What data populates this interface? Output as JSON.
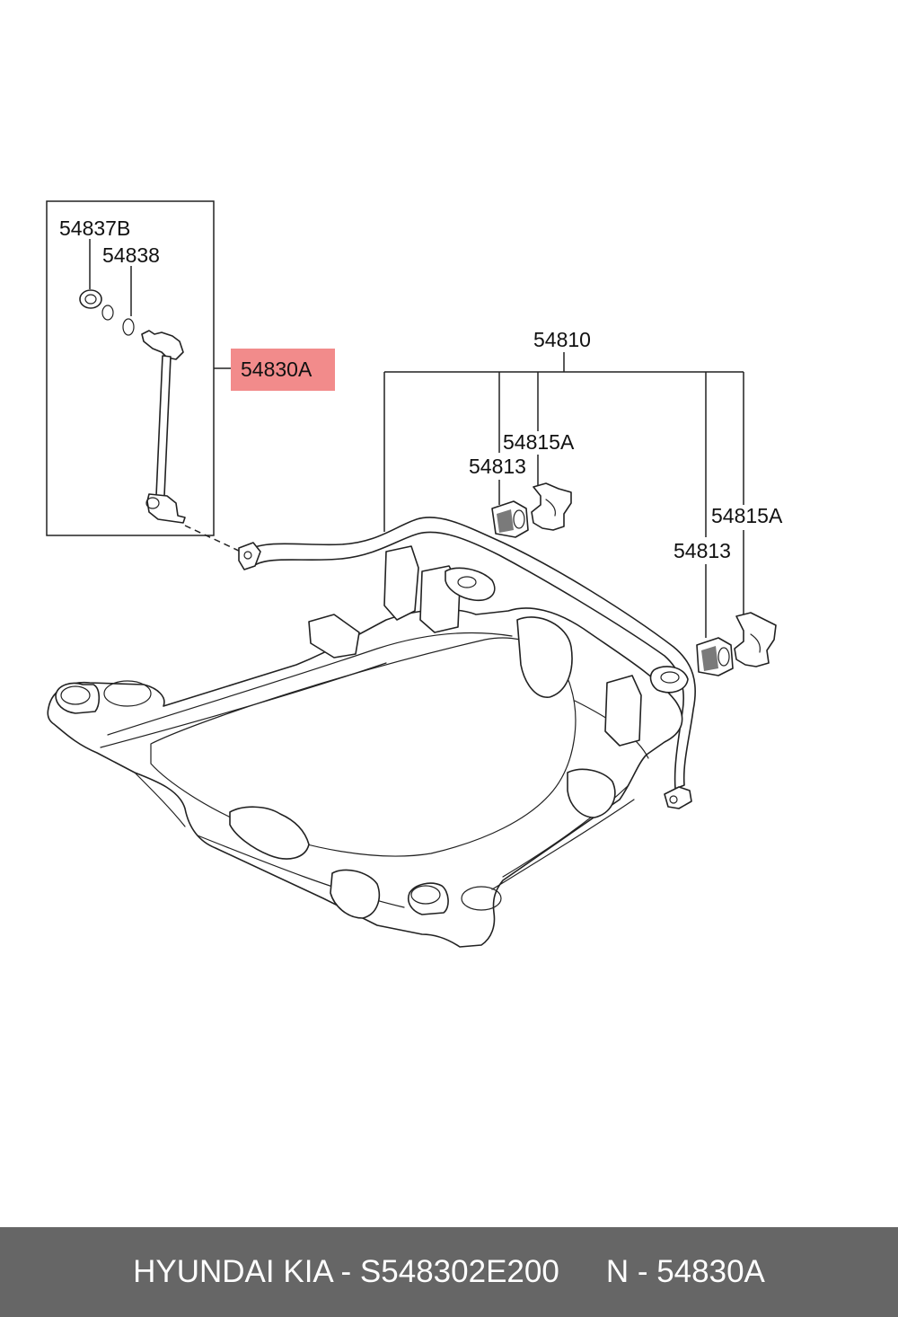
{
  "diagram": {
    "labels": {
      "p54837b": "54837B",
      "p54838": "54838",
      "p54830a": "54830A",
      "p54810": "54810",
      "p54815a_1": "54815A",
      "p54813_1": "54813",
      "p54815a_2": "54815A",
      "p54813_2": "54813"
    },
    "highlight": {
      "part": "54830A",
      "color": "#f28b8b"
    }
  },
  "footer": {
    "brand_part": "HYUNDAI KIA - S548302E200",
    "ref": "N - 54830A",
    "background": "#666666",
    "text_color": "#ffffff"
  }
}
